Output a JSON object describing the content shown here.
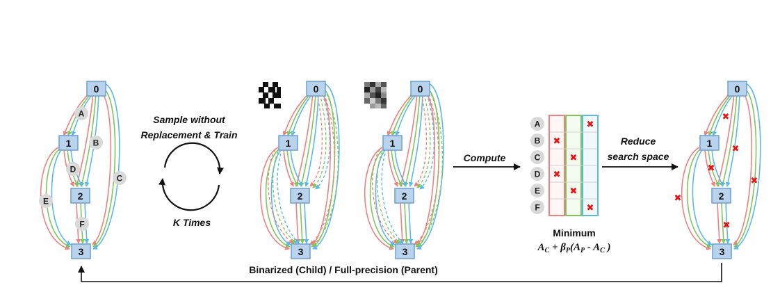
{
  "nodes": [
    "0",
    "1",
    "2",
    "3"
  ],
  "edges": [
    "A",
    "B",
    "C",
    "D",
    "E",
    "F"
  ],
  "captions": {
    "sample_line1": "Sample without",
    "sample_line2": "Replacement & Train",
    "k_times": "K Times",
    "compute": "Compute",
    "reduce_line1": "Reduce",
    "reduce_line2": "search space",
    "bottom": "Binarized (Child) / Full-precision (Parent)",
    "minimum": "Minimum"
  },
  "formula": {
    "A": "A",
    "C": "C",
    "plus": " + ",
    "beta": "β",
    "P": "P",
    "open": "(",
    "minus": " - ",
    "close": " )"
  },
  "table_marks": [
    {
      "row": "A",
      "col": 3
    },
    {
      "row": "B",
      "col": 1
    },
    {
      "row": "C",
      "col": 2
    },
    {
      "row": "D",
      "col": 1
    },
    {
      "row": "E",
      "col": 2
    },
    {
      "row": "F",
      "col": 3
    }
  ],
  "colors": {
    "red": "#f08080",
    "green": "#80c75a",
    "blue": "#5bb8e8",
    "node_fill": "#b9d3ec",
    "node_stroke": "#6a9fd0",
    "circle_fill": "#d9d9d9",
    "cross": "#ee1111"
  }
}
